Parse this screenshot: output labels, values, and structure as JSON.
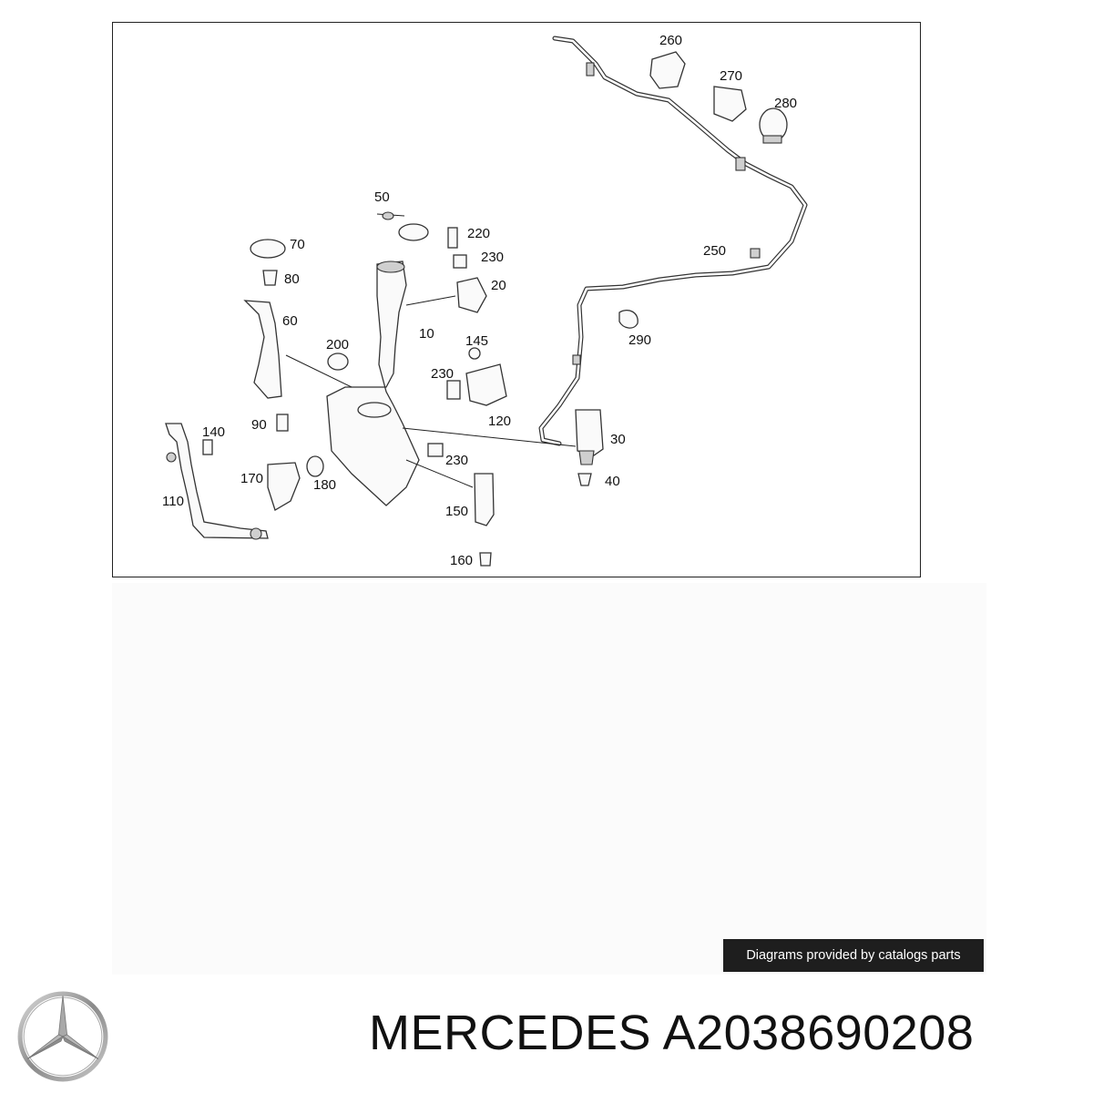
{
  "diagram": {
    "labels": {
      "p10": "10",
      "p20": "20",
      "p30": "30",
      "p40": "40",
      "p50": "50",
      "p60": "60",
      "p70": "70",
      "p80": "80",
      "p90": "90",
      "p110": "110",
      "p120": "120",
      "p140": "140",
      "p145": "145",
      "p150": "150",
      "p160": "160",
      "p170": "170",
      "p180": "180",
      "p200": "200",
      "p220": "220",
      "p230a": "230",
      "p230b": "230",
      "p230c": "230",
      "p250": "250",
      "p260": "260",
      "p270": "270",
      "p280": "280",
      "p290": "290"
    }
  },
  "credit": {
    "text": "Diagrams provided by catalogs parts"
  },
  "brand": {
    "title": "MERCEDES A2038690208",
    "logo_icon": "mercedes-star-icon"
  },
  "colors": {
    "badge_bg": "#1e1e1e",
    "line": "#333333"
  }
}
